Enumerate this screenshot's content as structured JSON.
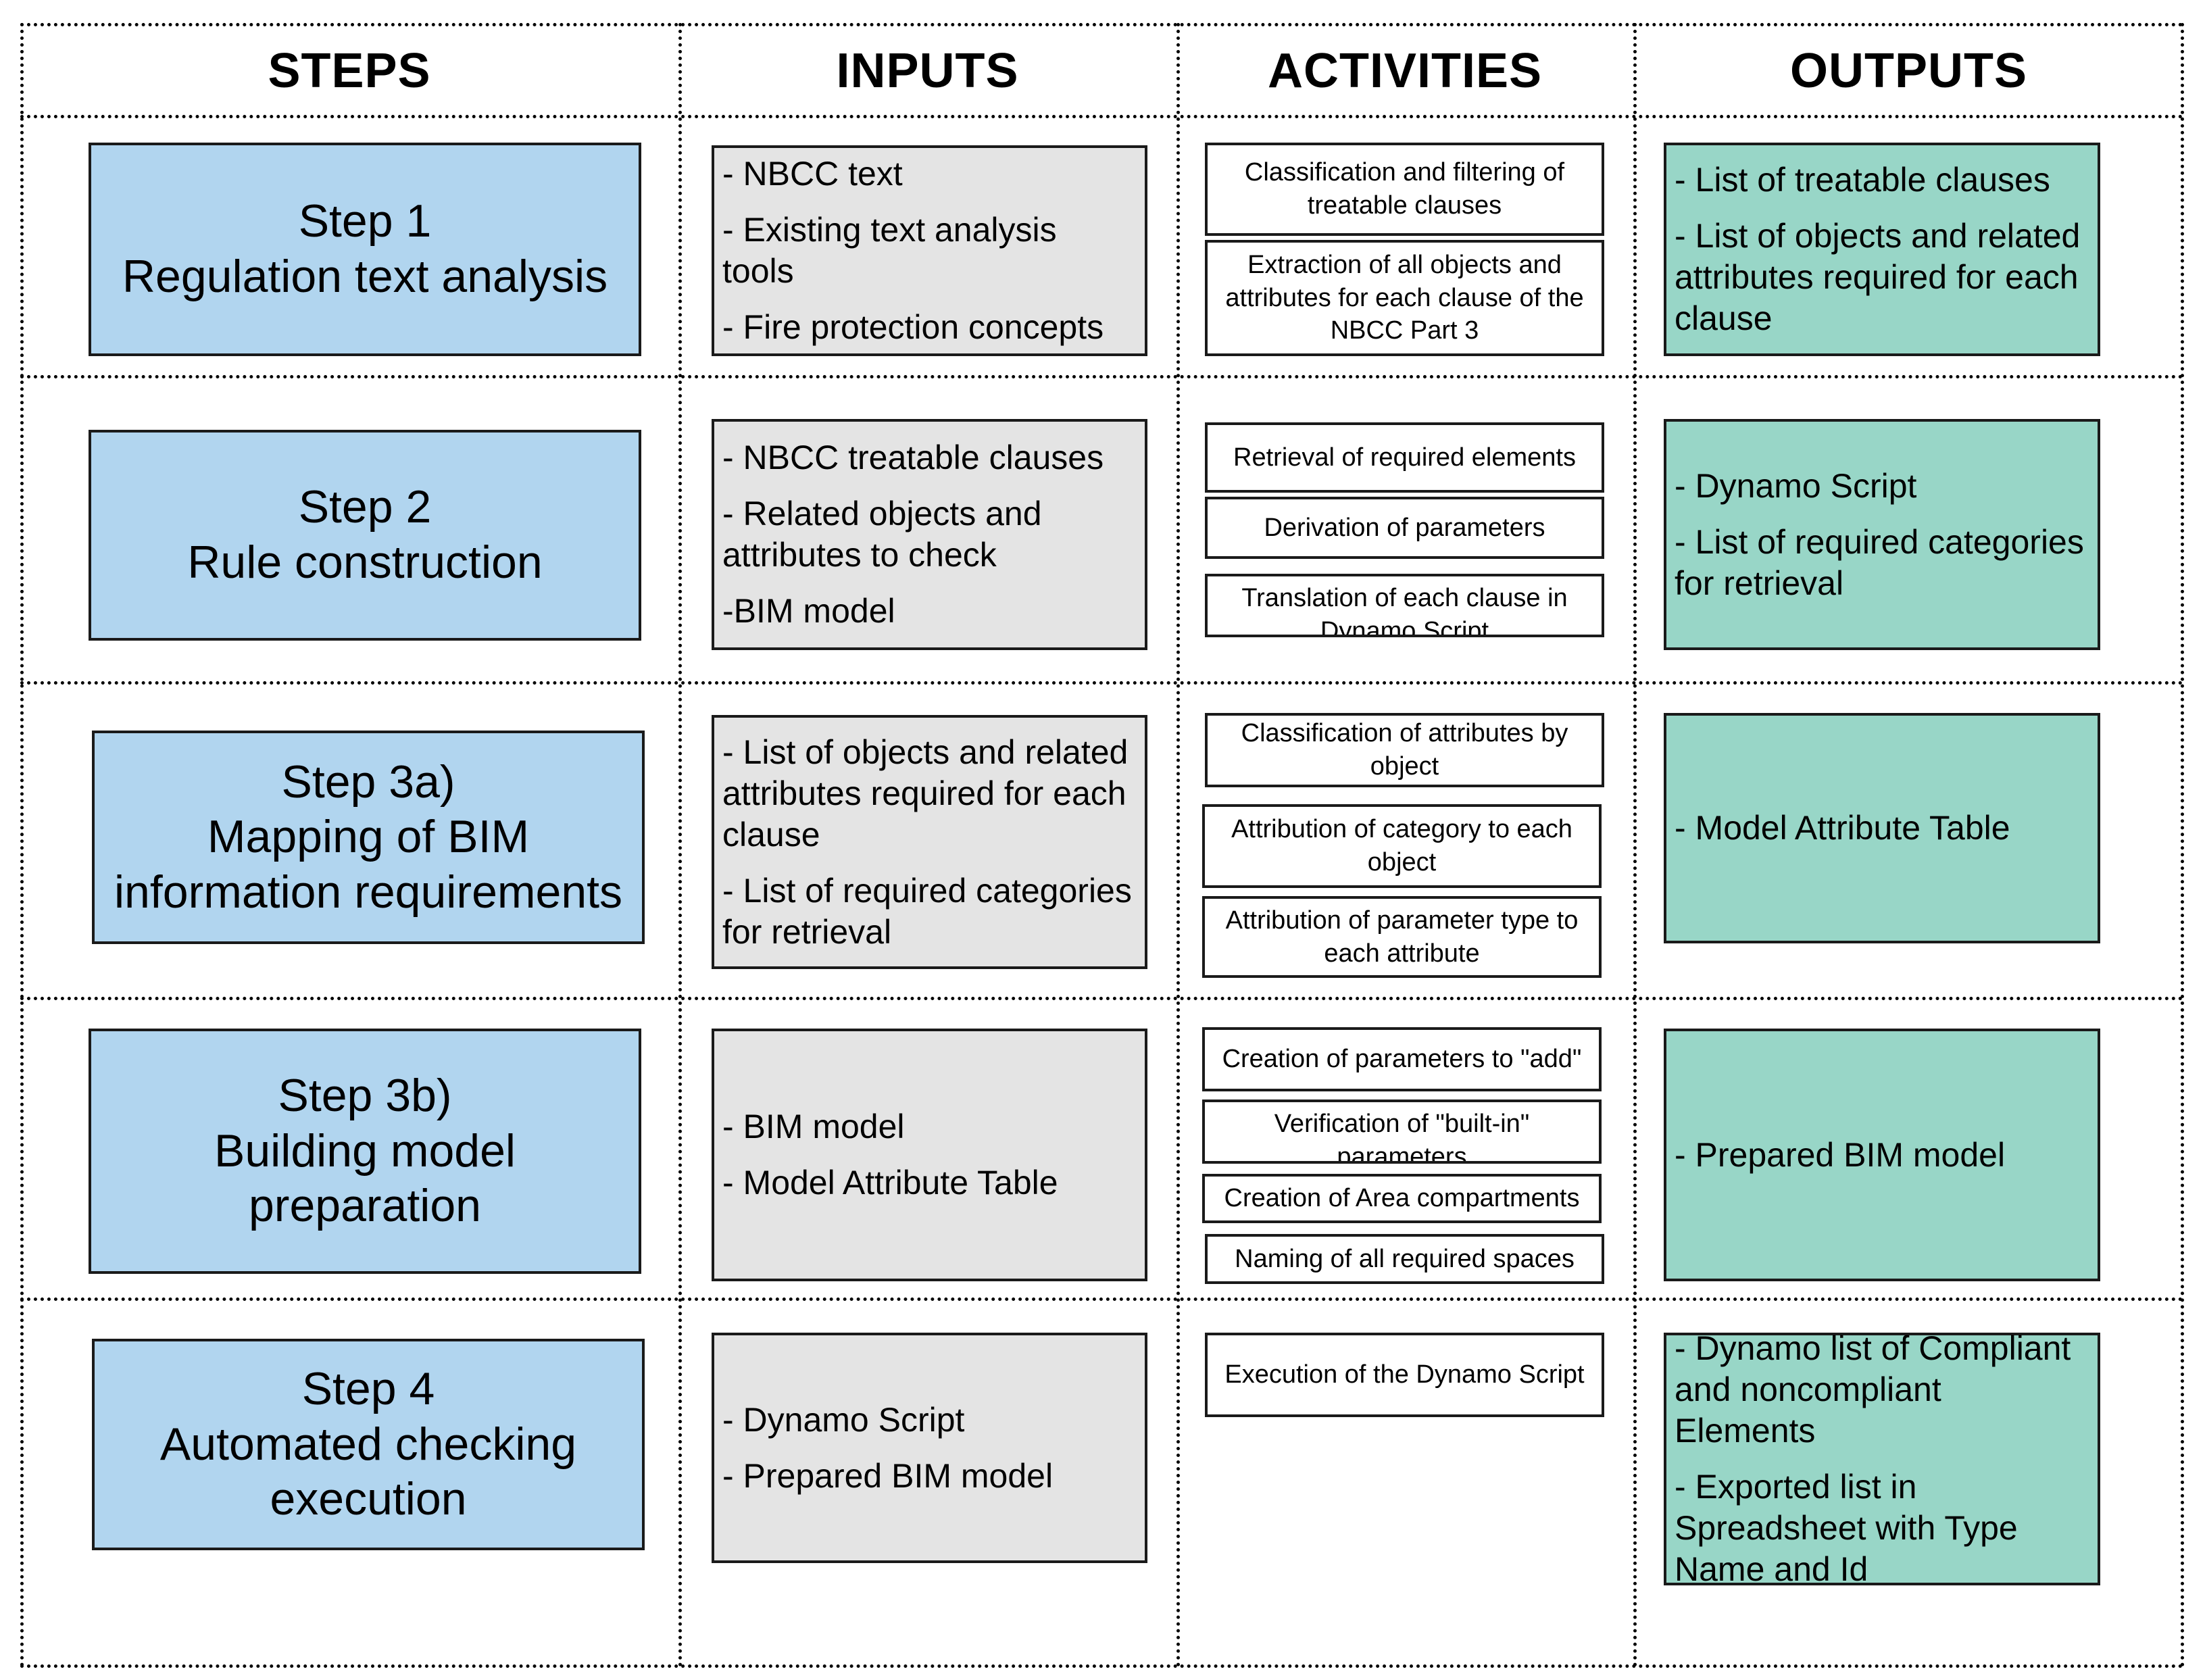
{
  "headers": [
    "STEPS",
    "INPUTS",
    "ACTIVITIES",
    "OUTPUTS"
  ],
  "rows": [
    {
      "step": [
        "Step 1",
        "Regulation text analysis"
      ],
      "inputs": [
        "- NBCC text",
        "- Existing text analysis tools",
        "- Fire protection concepts"
      ],
      "activities": [
        "Classification and filtering of treatable clauses",
        "Extraction of all objects and attributes for each clause of the NBCC Part 3"
      ],
      "outputs": [
        "- List of treatable clauses",
        "- List of objects and related attributes required for each clause"
      ]
    },
    {
      "step": [
        "Step 2",
        "Rule construction"
      ],
      "inputs": [
        "- NBCC treatable clauses",
        "- Related objects and attributes to check",
        "-BIM model"
      ],
      "activities": [
        "Retrieval of required elements",
        "Derivation of parameters",
        "Translation of each clause in Dynamo Script"
      ],
      "outputs": [
        "- Dynamo Script",
        "- List of required categories for retrieval"
      ]
    },
    {
      "step": [
        "Step 3a)",
        "Mapping of BIM",
        "information requirements"
      ],
      "inputs": [
        "- List of objects and related attributes required for each clause",
        "- List of required categories for retrieval"
      ],
      "activities": [
        "Classification of attributes by object",
        "Attribution of category to each object",
        "Attribution of parameter type to each attribute"
      ],
      "outputs": [
        "- Model Attribute Table"
      ]
    },
    {
      "step": [
        "Step 3b)",
        "Building model",
        "preparation"
      ],
      "inputs": [
        "- BIM model",
        "- Model Attribute Table"
      ],
      "activities": [
        "Creation of parameters to \"add\"",
        "Verification of \"built-in\" parameters",
        "Creation of Area compartments",
        "Naming of all required spaces"
      ],
      "outputs": [
        "- Prepared BIM model"
      ]
    },
    {
      "step": [
        "Step 4",
        "Automated checking",
        "execution"
      ],
      "inputs": [
        "- Dynamo Script",
        "- Prepared BIM model"
      ],
      "activities": [
        "Execution of the Dynamo Script"
      ],
      "outputs": [
        "- Dynamo list of Compliant and noncompliant Elements",
        "- Exported list in Spreadsheet with Type Name and Id"
      ]
    }
  ]
}
